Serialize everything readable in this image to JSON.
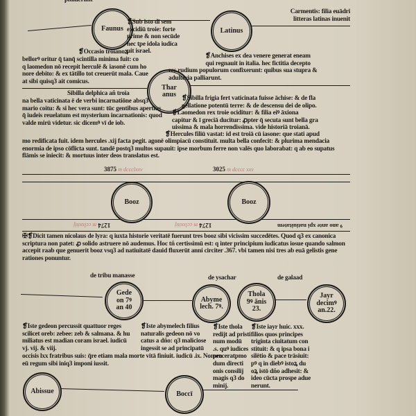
{
  "page": {
    "top_fragment": "pitauerunt",
    "circles": {
      "faunus": [
        "Faunus"
      ],
      "latinus": [
        "Latinus"
      ],
      "tharanus": [
        "Thar",
        "anus"
      ],
      "booz1": [
        "Booz"
      ],
      "booz2": [
        "Booz"
      ],
      "gedeon": [
        "Gede",
        "on 7ꝰ",
        "an 40"
      ],
      "abymelech": [
        "Abyme",
        "lech. 7ꝰ."
      ],
      "thola": [
        "Thola",
        "9ꝰ ānis",
        "23."
      ],
      "jair": [
        "Jayr",
        "decimꝰ",
        "an.22."
      ],
      "abissue": [
        "Abissue"
      ],
      "boccl": [
        "Boccī"
      ]
    },
    "blocks": {
      "carmentis": [
        "Carmentis: filia euādri",
        "litteras latinas inuenit"
      ],
      "sub_isto": [
        "❡Sub isto dī sem",
        "excidiū troie: forte",
        "prime & non secūde",
        "hec tpe idola iudica",
        "uit israel."
      ],
      "occasio_head": [
        "❡Occasio troianoꝝ"
      ],
      "occasio": [
        "bellorꝰ oritur q̄ tanq̄ scintilla minima fuit: co",
        "q laomedon nō recepit herculē & iasonē cum ho",
        "nore debito: & ex tātillo tot creuerūt mala. Caue",
        "at sibi quisq3 ait comicus."
      ],
      "anchises": [
        "❡Anchises ex dea venere generat eneam",
        "qui regnauit in italia. hec fictitia decepto"
      ],
      "anchises2": [
        "res rudium populorum confixerunt: quibus sua stupra &",
        "adulteria palliarunt."
      ],
      "sibilla_delphica_head": [
        "Sibilla delphica añ troia"
      ],
      "sibilla_delphica": [
        "na bella vaticinata ē de verbi incarnatiōne absq3",
        "mario coitu: & si hec vera sunt: tūc gentibus apertius",
        "q̄ iudeis reuelatum est mysterium incarnationis: quod",
        "valde mirū videtur. sic dicemꝰ vī de iob."
      ],
      "sibilla_frigia": [
        "❡Sibilla frigia fert vaticinata fuisse āchise: & de fla",
        "gellatione potentū terre: & de descensu dei de olipo."
      ],
      "laomedon": [
        "❡Laomedon rex troie ociditur: & filia eiꝰ āxiona",
        "capitur & ī greciā ducitur: ꝓpter q̄ secuta sunt bella gra",
        "uissima & mala horrendissima. vide historiā troianā."
      ],
      "hercules_head": [
        "❡Hercules filiū vastat: id est troiā cū iasone: que stati apud"
      ],
      "hercules": [
        "mo redificata fuit. idem hercules .xij facta pegit. agonē olimpiacū constituit. multa bella confecit: & plurima mendacia",
        "enormia de ipso cōflicta sunt. tandē postq3 multos supauit: ipse morbum ferre non valēs quo laborabat: q ab eo supatus",
        "flāmis se iniecit: & mortuus inter deos translatus est."
      ],
      "dicit": [
        "✠❡Dicit tamen nicolaus de lyra: q iuxta historie veritatē fuerunt tres booz sibi vicissim succedētes. Quod q3 ex canonica",
        "scriptura non patet: ꝓ solido astruere nō audemus. Hoc tñ certissimū est: q inter principium iudicatus iosue quando salmon",
        "accepit raab que genuerit booz vsq3 ad natiuitatē dauid fluxerūt anni circiter .367. vbi tamen nisi tres ab euā gelistis gene",
        "rationes ponuntur."
      ],
      "de_tribu": [
        "de tribu manasse"
      ],
      "de_ysachar": [
        "de ysachar"
      ],
      "de_galaad": [
        "de galaad"
      ],
      "gedeon": [
        "❡Iste gedeon percussit quattuor reges",
        "scilicet oreb: zebee: zeb & salmana. & hu",
        "miliatus est madian coram israel. iudicū",
        "vj. vij. & viij."
      ],
      "gedeon2": [
        "occisis lxx fratribus suis: q̄re etiam mala morte vitā finiuit. iudicū .ix. Nomen",
        "eū regum sibi iniq3 imponi iussit."
      ],
      "abymelech": [
        "❡Iste abymelech filius",
        "naturalis gedeon nō vo",
        "catus a dño: q3 maliciose",
        "ingessit se ad principatū"
      ],
      "thola": [
        "❡Iste thola",
        "redijt ad pristi",
        "num modū",
        ".s. quꝰ iudices",
        "preceratpmo",
        "dum directi",
        "onis consilij",
        "magis q3 do",
        "minij."
      ],
      "jair": [
        "❡Iste iayr huic. xxx.",
        "filios quos principes",
        "triginta ciuitatum con",
        "stituit: & q ipsa bona i",
        "silētio & pace trāsiuit:",
        "pꝰ q in diebꝰ istoꝝ du",
        "oꝝ istō dño adhesit: &",
        "ideo cūcta prospe adue",
        "nerunt."
      ]
    },
    "year_numbers": {
      "left_top": "3875",
      "right_top": "3025",
      "left_bottom": "1274",
      "right_bottom": "1274"
    },
    "year_notes": {
      "left_top": "m dccclxxv",
      "right_top": "m dcccc xxv",
      "left_bottom": "m cclxxiiij",
      "right_bottom": "m cclxxiiij"
    },
    "bottom_caption": "ꝰ ano ante xpi natiuitatem"
  }
}
